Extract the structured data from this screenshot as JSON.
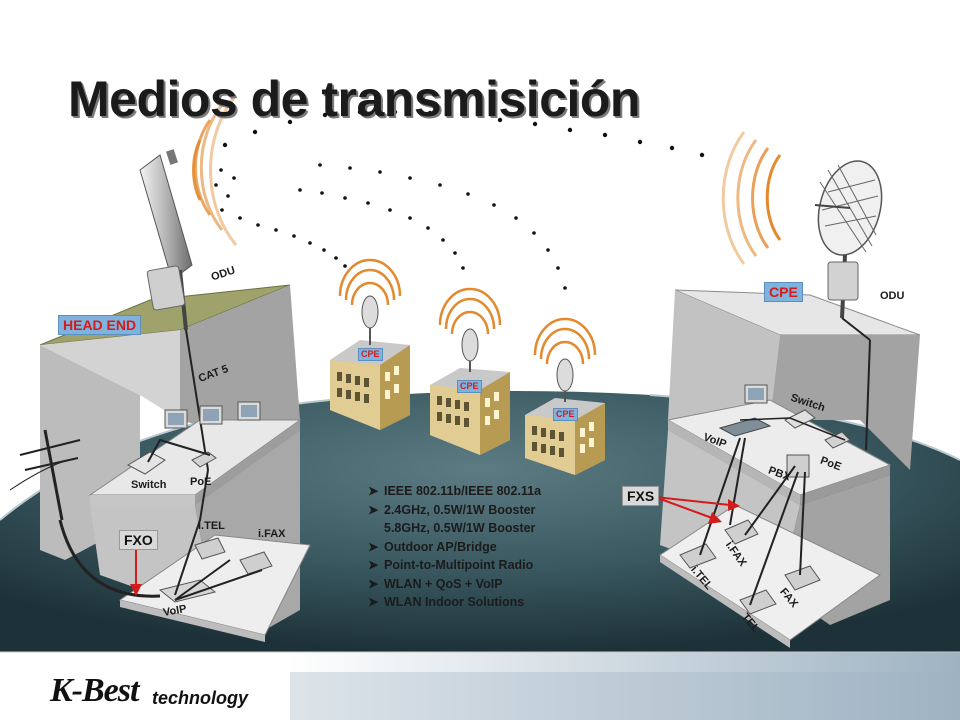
{
  "title": "Medios de transmisición",
  "labels": {
    "head_end": "HEAD END",
    "odu_left": "ODU",
    "cat5": "CAT 5",
    "switch_left": "Switch",
    "poe_left": "PoE",
    "fxo": "FXO",
    "itel_left": "i.TEL",
    "ifax_left": "i.FAX",
    "voip_left": "VoIP",
    "cpe_bldg1": "CPE",
    "cpe_bldg2": "CPE",
    "cpe_bldg3": "CPE",
    "cpe_right": "CPE",
    "odu_right": "ODU",
    "switch_right": "Switch",
    "voip_right": "VoIP",
    "pbx": "PBX",
    "poe_right": "PoE",
    "fxs": "FXS",
    "ifax_right": "i.FAX",
    "itel_right": "i.TEL",
    "fax_right": "FAX",
    "tel_right": "TEL"
  },
  "features": [
    {
      "text": "IEEE 802.11b/IEEE 802.11a",
      "bullet": true
    },
    {
      "text": "2.4GHz, 0.5W/1W Booster",
      "bullet": true
    },
    {
      "text": "5.8GHz, 0.5W/1W Booster",
      "bullet": false
    },
    {
      "text": "Outdoor AP/Bridge",
      "bullet": true
    },
    {
      "text": "Point-to-Multipoint Radio",
      "bullet": true
    },
    {
      "text": "WLAN + QoS + VoIP",
      "bullet": true
    },
    {
      "text": "WLAN Indoor Solutions",
      "bullet": true
    }
  ],
  "bullet_glyph": "➤",
  "logo": {
    "brand": "K-Best",
    "suffix": "technology"
  },
  "colors": {
    "accent_red": "#d31c1c",
    "tag_blue": "#7fb2dc",
    "ground_teal": "#3e5e66",
    "wave_orange": "#e3892e"
  }
}
